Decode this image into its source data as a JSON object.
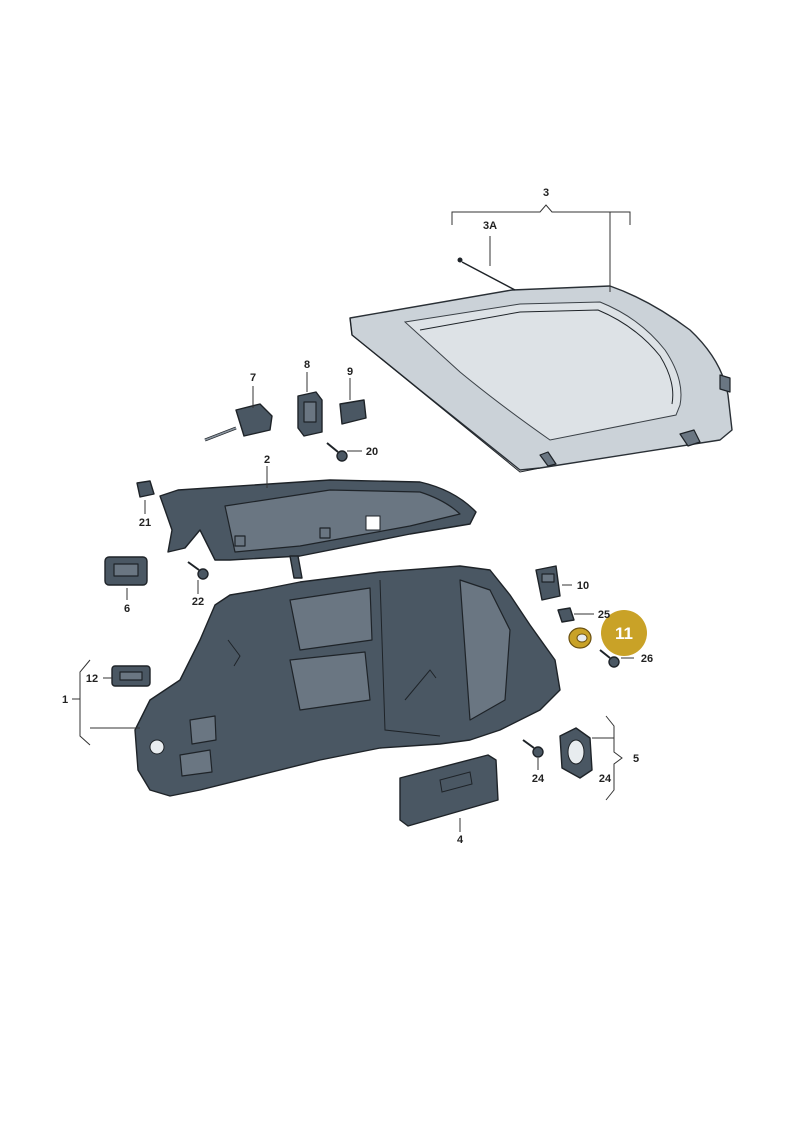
{
  "callouts": {
    "c1": "1",
    "c2": "2",
    "c3": "3",
    "c3a": "3A",
    "c4": "4",
    "c5": "5",
    "c6": "6",
    "c7": "7",
    "c8": "8",
    "c9": "9",
    "c10": "10",
    "c11": "11",
    "c12": "12",
    "c20": "20",
    "c21": "21",
    "c22": "22",
    "c24a": "24",
    "c24b": "24",
    "c25": "25",
    "c26": "26"
  },
  "colors": {
    "highlight": "#c9a227",
    "part_dark": "#4a5763",
    "part_light": "#cbd2d8"
  }
}
